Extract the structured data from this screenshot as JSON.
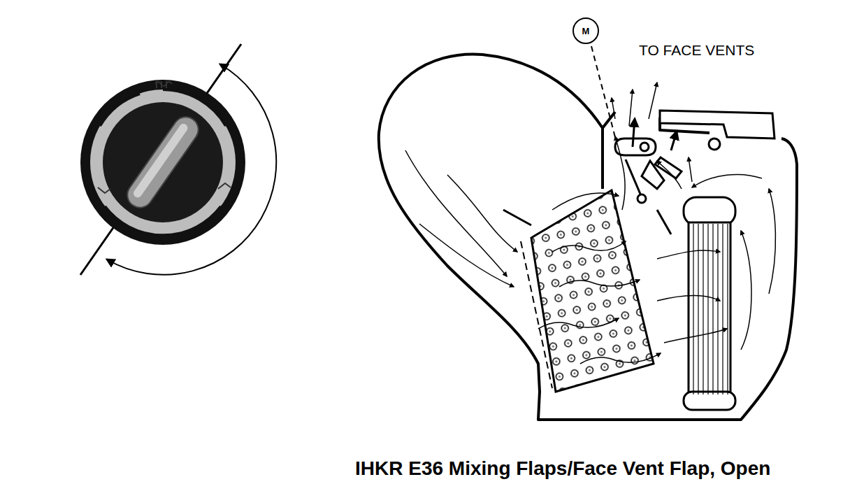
{
  "diagram": {
    "caption": "IHKR E36 Mixing Flaps/Face Vent Flap, Open",
    "nodes": [
      {
        "text": [
          "M"
        ]
      }
    ],
    "labels": [
      "TO FACE VENTS"
    ]
  }
}
